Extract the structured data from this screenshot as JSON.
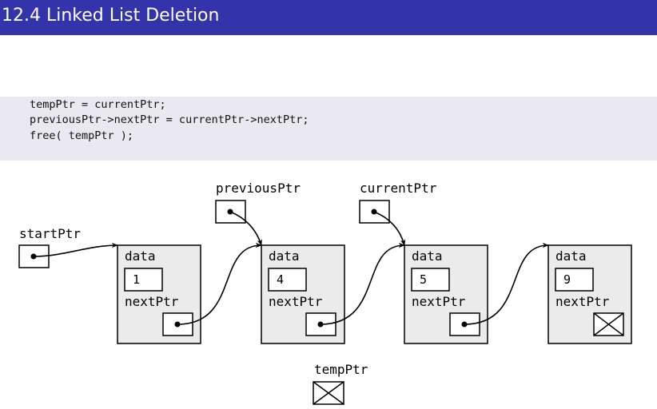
{
  "title": "12.4 Linked List Deletion",
  "code_lines": [
    "tempPtr = currentPtr;",
    "previousPtr->nextPtr = currentPtr->nextPtr;",
    "free( tempPtr );"
  ],
  "pointers": {
    "start": "startPtr",
    "previous": "previousPtr",
    "current": "currentPtr",
    "temp": "tempPtr"
  },
  "node_field_labels": {
    "data": "data",
    "next": "nextPtr"
  },
  "nodes": [
    {
      "value": "1",
      "next": "pointer"
    },
    {
      "value": "4",
      "next": "pointer"
    },
    {
      "value": "5",
      "next": "pointer"
    },
    {
      "value": "9",
      "next": "null"
    }
  ],
  "colors": {
    "title_bg": "#3333aa",
    "code_bg": "#e9e9ef",
    "node_fill": "#ebebeb",
    "stroke": "#000000"
  },
  "icons": {
    "null_pointer": "crossed-box-icon",
    "pointer_dot": "pointer-dot-icon"
  }
}
